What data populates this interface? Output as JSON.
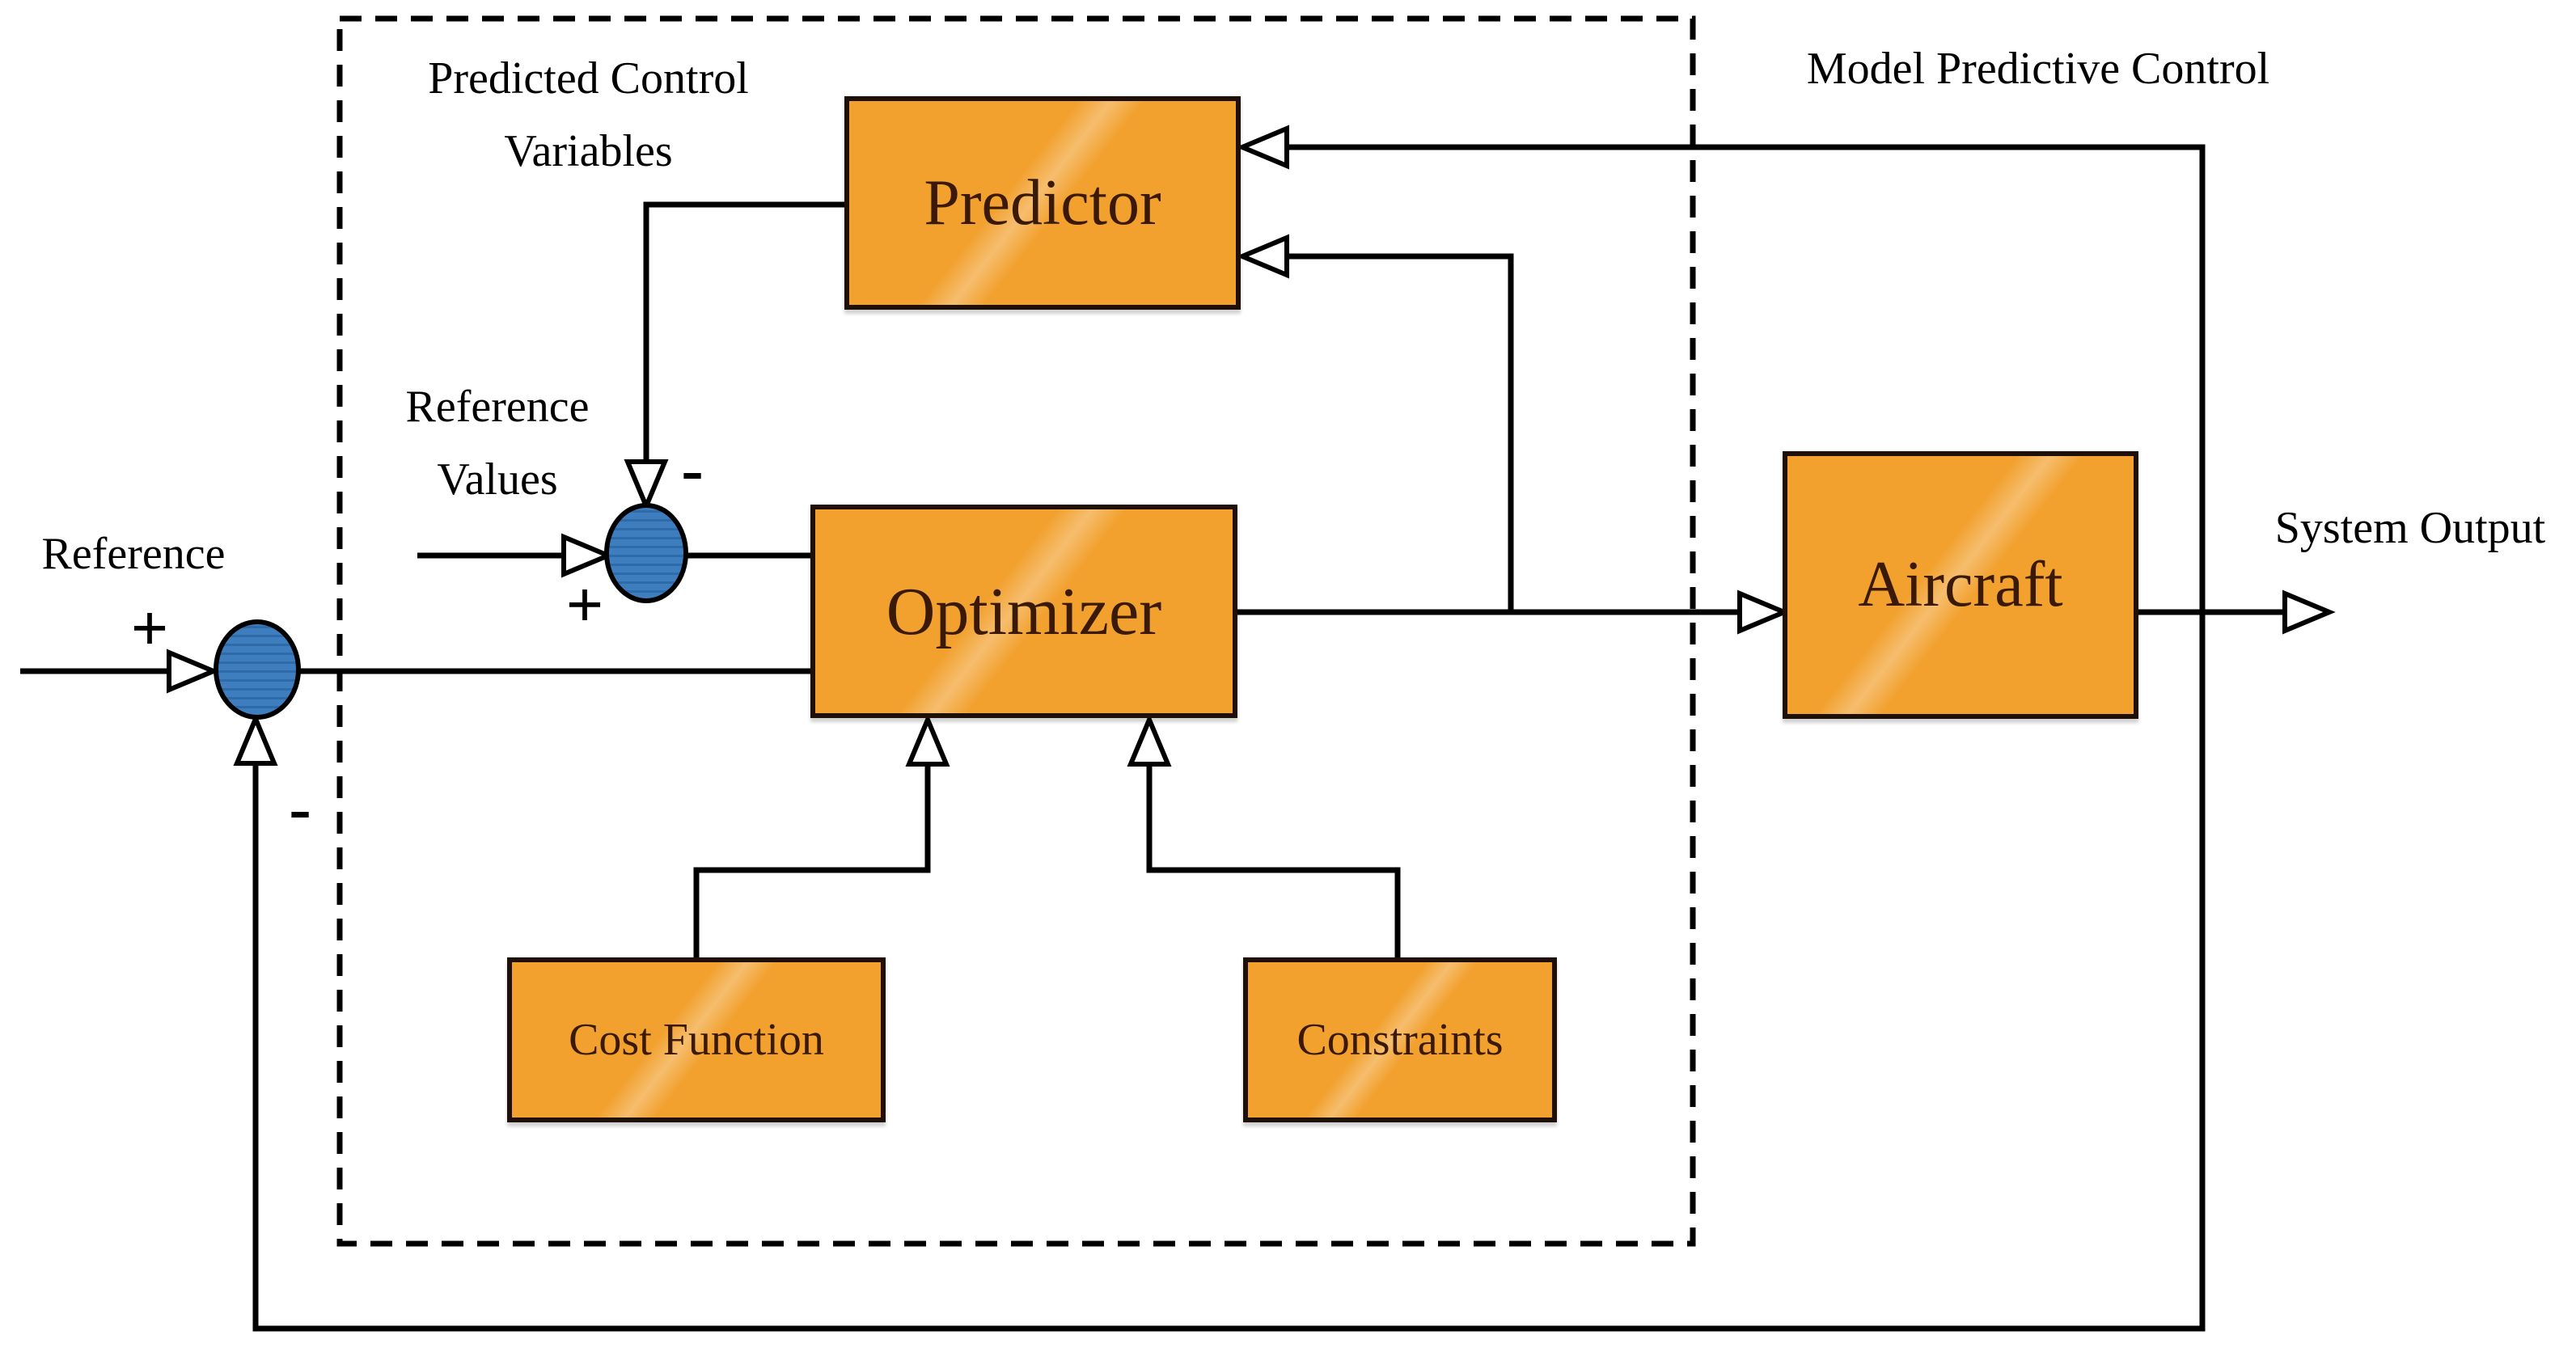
{
  "diagram": {
    "labels": {
      "model_predictive_control": "Model Predictive Control",
      "predicted_control_variables": [
        "Predicted Control",
        "Variables"
      ],
      "reference_values": [
        "Reference",
        "Values"
      ],
      "reference": "Reference",
      "system_output": "System Output"
    },
    "blocks": {
      "predictor": {
        "label": "Predictor"
      },
      "optimizer": {
        "label": "Optimizer"
      },
      "cost_function": {
        "label": "Cost Function"
      },
      "constraints": {
        "label": "Constraints"
      },
      "aircraft": {
        "label": "Aircraft"
      }
    },
    "summing_junctions": {
      "reference_values_sum": {
        "plus": "+",
        "minus": "-"
      },
      "reference_sum": {
        "plus": "+",
        "minus": "-"
      }
    },
    "colors": {
      "block_fill": "#F2A12F",
      "block_border": "#1E1007",
      "block_text": "#3A1A06",
      "sum_fill": "#3E7EBE",
      "sum_stripe": "#2E6BA8",
      "line_color": "#000000",
      "label_color": "#000000"
    }
  }
}
